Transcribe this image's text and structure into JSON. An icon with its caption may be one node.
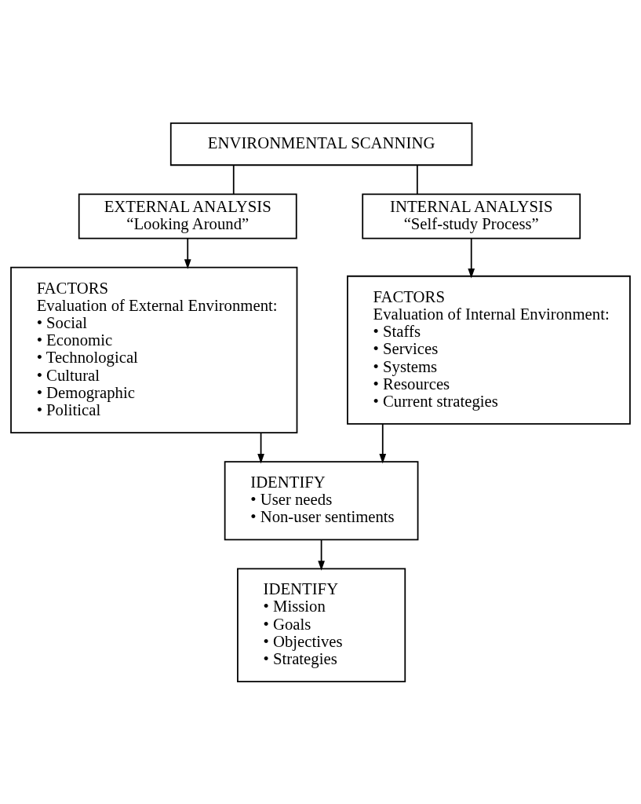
{
  "diagram": {
    "nodes": [
      {
        "text": [
          "ENVIRONMENTAL SCANNING"
        ]
      },
      {
        "text": [
          "EXTERNAL ANALYSIS",
          "“Looking Around”"
        ]
      },
      {
        "text": [
          "INTERNAL ANALYSIS",
          "“Self-study Process”"
        ]
      },
      {
        "text": [
          "FACTORS",
          "Evaluation of External Environment:",
          "• Social",
          "• Economic",
          "• Technological",
          "• Cultural",
          "• Demographic",
          "• Political"
        ]
      },
      {
        "text": [
          "FACTORS",
          "Evaluation of Internal Environment:",
          "• Staffs",
          "• Services",
          "• Systems",
          "• Resources",
          "• Current strategies"
        ]
      },
      {
        "text": [
          "IDENTIFY",
          "• User needs",
          "• Non-user sentiments"
        ]
      },
      {
        "text": [
          "IDENTIFY",
          "• Mission",
          "• Goals",
          "• Objectives",
          "• Strategies"
        ]
      }
    ],
    "edges": [
      {
        "from": 0,
        "to": 1,
        "arrow": "none"
      },
      {
        "from": 0,
        "to": 2,
        "arrow": "none"
      },
      {
        "from": 1,
        "to": 3,
        "arrow": "to"
      },
      {
        "from": 2,
        "to": 4,
        "arrow": "to"
      },
      {
        "from": 3,
        "to": 5,
        "arrow": "to"
      },
      {
        "from": 4,
        "to": 5,
        "arrow": "to"
      },
      {
        "from": 5,
        "to": 6,
        "arrow": "to"
      }
    ]
  }
}
